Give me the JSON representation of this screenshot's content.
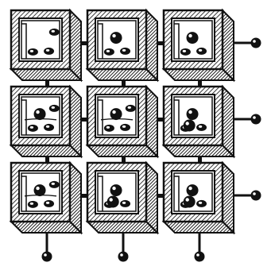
{
  "diagram": {
    "type": "cube-lattice-illustration",
    "grid": {
      "rows": 3,
      "cols": 3
    },
    "colors": {
      "ink": "#111111",
      "paper": "#ffffff",
      "shade": "#2a2a2a"
    },
    "cells": [
      {
        "row": 0,
        "col": 0,
        "balls": 0,
        "voids": 3
      },
      {
        "row": 0,
        "col": 1,
        "balls": 1,
        "voids": 2
      },
      {
        "row": 0,
        "col": 2,
        "balls": 1,
        "voids": 2
      },
      {
        "row": 1,
        "col": 0,
        "balls": 1,
        "voids": 3
      },
      {
        "row": 1,
        "col": 1,
        "balls": 1,
        "voids": 3
      },
      {
        "row": 1,
        "col": 2,
        "balls": 2,
        "voids": 2
      },
      {
        "row": 2,
        "col": 0,
        "balls": 1,
        "voids": 3
      },
      {
        "row": 2,
        "col": 1,
        "balls": 2,
        "voids": 2
      },
      {
        "row": 2,
        "col": 2,
        "balls": 2,
        "voids": 2
      }
    ],
    "terminals": {
      "right_count": 3,
      "bottom_count": 3
    }
  }
}
